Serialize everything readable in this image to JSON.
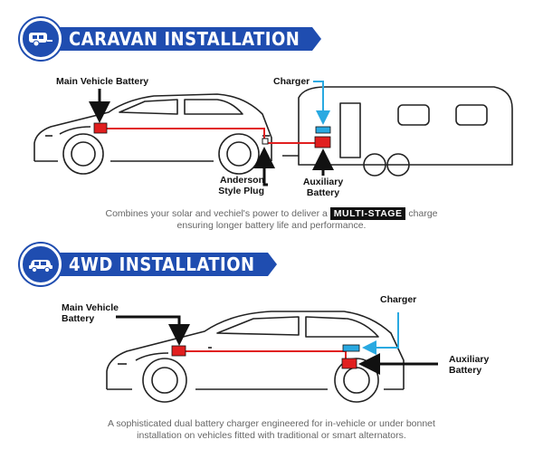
{
  "caravan": {
    "title": "CARAVAN INSTALLATION",
    "icon": "caravan-icon",
    "labels": {
      "main_battery": "Main Vehicle Battery",
      "charger": "Charger",
      "anderson_plug": "Anderson\nStyle Plug",
      "auxiliary_battery": "Auxiliary\nBattery"
    },
    "caption": {
      "before": "Combines your solar and vechiel's power to deliver a",
      "highlight": "MULTI-STAGE",
      "after": "charge",
      "line2": "ensuring longer battery life and performance."
    }
  },
  "fourwd": {
    "title": "4WD INSTALLATION",
    "icon": "car-icon",
    "labels": {
      "main_battery": "Main Vehicle\nBattery",
      "charger": "Charger",
      "auxiliary_battery": "Auxiliary\nBattery"
    },
    "caption": {
      "line1": "A sophisticated dual battery charger engineered for in-vehicle or under bonnet",
      "line2": "installation on vehicles fitted with traditional or smart alternators."
    }
  },
  "colors": {
    "brand_blue": "#1f4db0",
    "battery_red": "#e11f1f",
    "charger_blue": "#29a9e1",
    "wire_red": "#e11f1f"
  }
}
